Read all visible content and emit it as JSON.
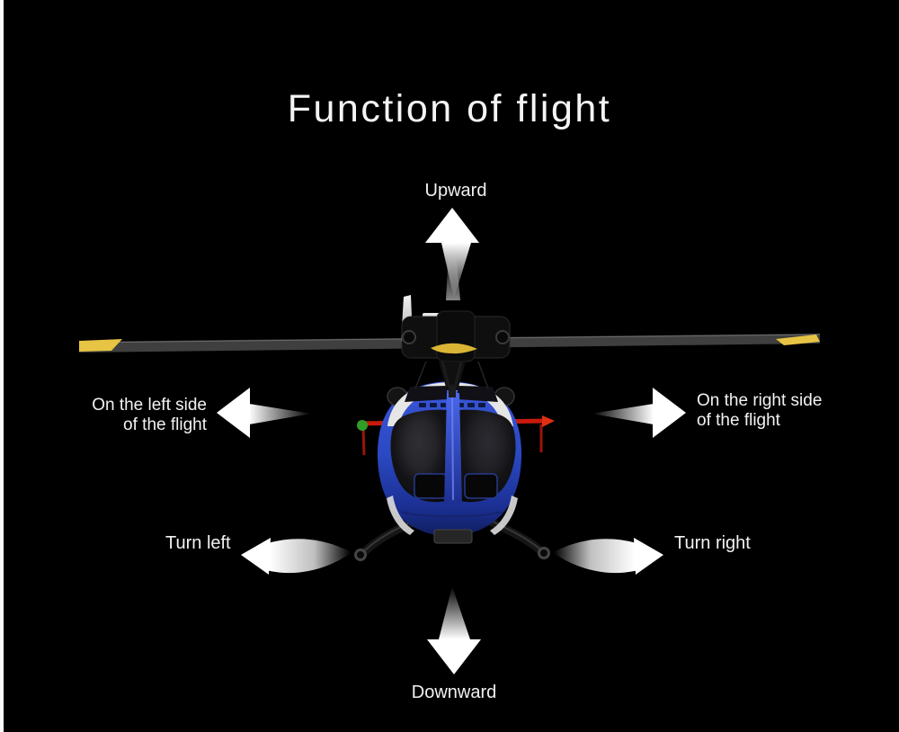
{
  "page": {
    "title": "Function of flight",
    "background_color": "#000000",
    "title_color": "#f4f4f4"
  },
  "annotations": {
    "upward": {
      "label": "Upward",
      "icon": "arrow-up-icon"
    },
    "downward": {
      "label": "Downward",
      "icon": "arrow-down-icon"
    },
    "left_side": {
      "line1": "On the left side",
      "line2": "of the flight",
      "icon": "arrow-left-icon"
    },
    "right_side": {
      "line1": "On the right side",
      "line2": "of the flight",
      "icon": "arrow-right-icon"
    },
    "turn_left": {
      "label": "Turn left",
      "icon": "curved-arrow-left-icon"
    },
    "turn_right": {
      "label": "Turn right",
      "icon": "curved-arrow-right-icon"
    }
  },
  "illustration": {
    "name": "rc-helicopter-front-view",
    "colors": {
      "body_blue": "#2b49c3",
      "body_blue_dark": "#101d5e",
      "rotor_blade_gray": "#3f3f3f",
      "blade_tip_yellow": "#e7c443",
      "trainer_bar_red": "#c81a0a",
      "trainer_tip_green": "#2f9e28",
      "trainer_tip_orange": "#e03010",
      "canopy_frame_white": "#e6e6e6",
      "window_black": "#0a0a0c",
      "skid_black": "#161616",
      "arrow_white": "#ffffff"
    }
  }
}
